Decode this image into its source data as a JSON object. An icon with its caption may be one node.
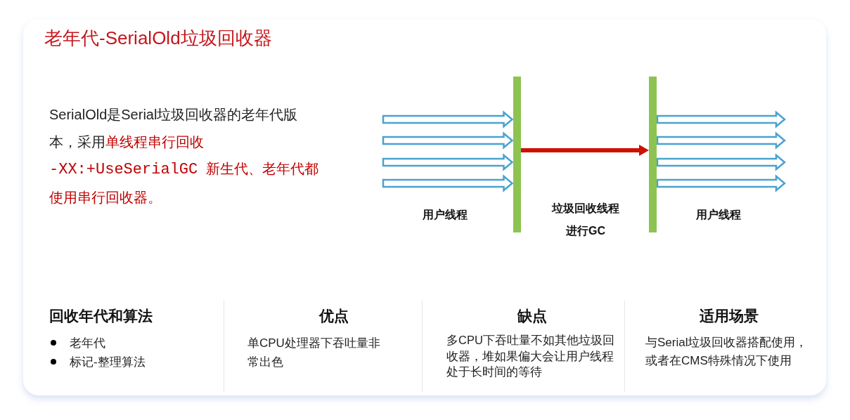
{
  "diagram": {
    "title": "老年代-SerialOld垃圾回收器",
    "nodes": [
      {
        "text": [],
        "shape": "bar"
      },
      {
        "text": [],
        "shape": "bar"
      }
    ],
    "edges": [
      {
        "from": null,
        "to": 0,
        "arrow": "to"
      },
      {
        "from": null,
        "to": 0,
        "arrow": "to"
      },
      {
        "from": null,
        "to": 0,
        "arrow": "to"
      },
      {
        "from": null,
        "to": 0,
        "arrow": "to"
      },
      {
        "from": 0,
        "to": 1,
        "arrow": "to",
        "color": "#cc1100"
      },
      {
        "from": 1,
        "to": null,
        "arrow": "to"
      },
      {
        "from": 1,
        "to": null,
        "arrow": "to"
      },
      {
        "from": 1,
        "to": null,
        "arrow": "to"
      },
      {
        "from": 1,
        "to": null,
        "arrow": "to"
      }
    ],
    "labels": [
      "SerialOld是Serial垃圾回收器的老年代版本，采用",
      "单线程串行回收",
      "-XX:+UseSerialGC",
      "新生代、老年代都使用串行回收器。",
      "用户线程",
      "垃圾回收线程进行GC",
      "用户线程",
      "回收年代和算法",
      "优点",
      "缺点",
      "适用场景",
      "老年代",
      "标记-整理算法",
      "单CPU处理器下吞吐量非常出色",
      "多CPU下吞吐量不如其他垃圾回收器，堆如果偏大会让用户线程处于长时间的等待",
      "与Serial垃圾回收器搭配使用，或者在CMS特殊情况下使用"
    ]
  }
}
